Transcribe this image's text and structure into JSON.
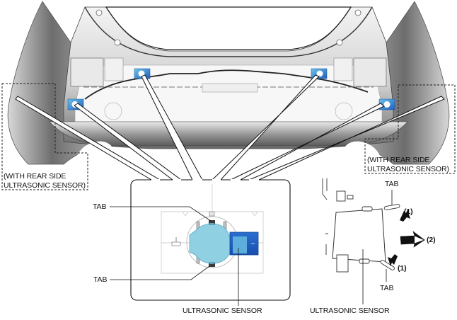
{
  "figure": {
    "subject": "rear bumper ultrasonic sensor removal",
    "colors": {
      "sensor_blue": "#2f7fd0",
      "sensor_light": "#8fd0e2",
      "connector_blue": "#1f62c4",
      "outline": "#111111",
      "bumper_dark": "#6e6e6e",
      "bumper_light": "#f2f2f2"
    }
  },
  "labels": {
    "side_note_left": "(WITH REAR SIDE\nULTRASONIC SENSOR)",
    "side_note_right": "(WITH REAR SIDE\nULTRASONIC SENSOR)",
    "detail_tab_top": "TAB",
    "detail_tab_bottom": "TAB",
    "detail_sensor": "ULTRASONIC SENSOR",
    "side_tab_top": "TAB",
    "side_tab_bottom": "TAB",
    "side_sensor": "ULTRASONIC SENSOR",
    "step_1_top": "(1)",
    "step_1_bottom": "(1)",
    "step_2": "(2)"
  },
  "sensors": [
    {
      "id": "outer-left",
      "side": "left"
    },
    {
      "id": "inner-left",
      "side": "left"
    },
    {
      "id": "inner-right",
      "side": "right"
    },
    {
      "id": "outer-right",
      "side": "right"
    }
  ],
  "steps": [
    {
      "number": "(1)",
      "action": "press tabs"
    },
    {
      "number": "(2)",
      "action": "pull sensor out"
    }
  ]
}
